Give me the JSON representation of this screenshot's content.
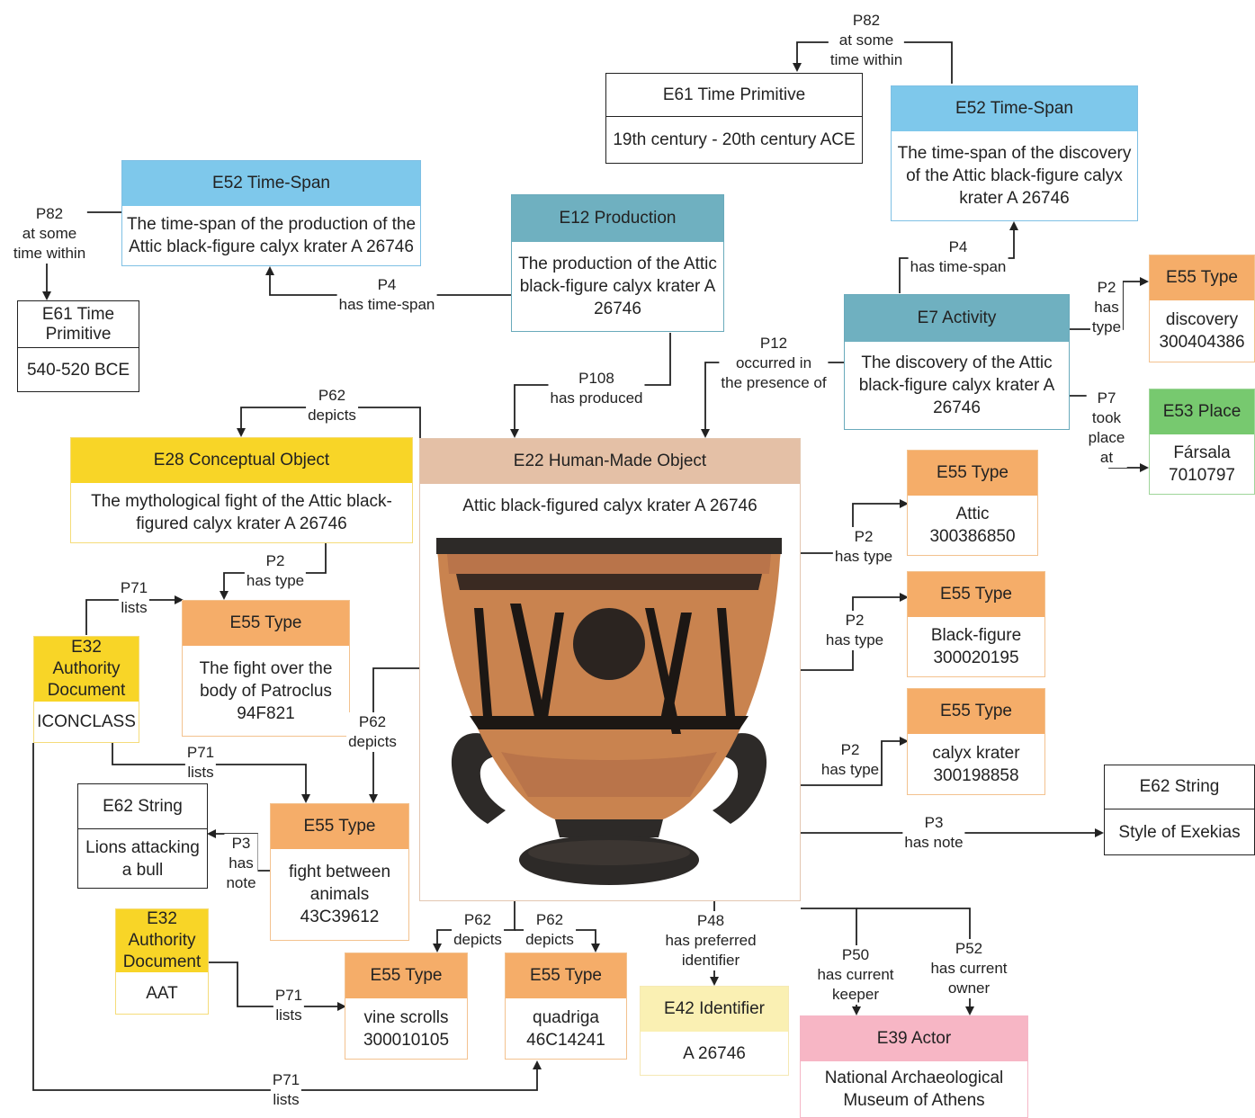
{
  "nodes": {
    "e61_top": {
      "class": "E61 Time Primitive",
      "value": "19th century - 20th century ACE"
    },
    "e52_top": {
      "class": "E52 Time-Span",
      "value": "The time-span of the discovery of the Attic black-figure calyx krater A 26746"
    },
    "e52_left": {
      "class": "E52 Time-Span",
      "value": "The time-span of the production of the Attic black-figure calyx krater A 26746"
    },
    "e12": {
      "class": "E12 Production",
      "value": "The production of the Attic black-figure calyx krater A 26746"
    },
    "e61_left": {
      "class": "E61 Time Primitive",
      "value": "540-520 BCE"
    },
    "e7": {
      "class": "E7 Activity",
      "value": "The discovery of the Attic black-figure calyx krater A 26746"
    },
    "e55_discovery": {
      "class": "E55 Type",
      "value": "discovery 300404386"
    },
    "e53": {
      "class": "E53 Place",
      "value": "Fársala 7010797"
    },
    "e28": {
      "class": "E28 Conceptual Object",
      "value": "The mythological fight of the Attic black-figured calyx krater A 26746"
    },
    "e22": {
      "class": "E22 Human-Made Object",
      "value": "Attic black-figured calyx krater A 26746"
    },
    "e55_attic": {
      "class": "E55 Type",
      "value": "Attic 300386850"
    },
    "e55_black": {
      "class": "E55 Type",
      "value": "Black-figure 300020195"
    },
    "e55_calyx": {
      "class": "E55 Type",
      "value": "calyx krater 300198858"
    },
    "e32_iconclass": {
      "class": "E32 Authority Document",
      "value": "ICONCLASS"
    },
    "e55_patroclus": {
      "class": "E55 Type",
      "value": "The fight over the body of Patroclus 94F821"
    },
    "e62_lions": {
      "class": "E62 String",
      "value": "Lions attacking a bull"
    },
    "e55_animals": {
      "class": "E55 Type",
      "value": "fight between animals 43C39612"
    },
    "e62_exekias": {
      "class": "E62 String",
      "value": "Style of Exekias"
    },
    "e32_aat": {
      "class": "E32 Authority Document",
      "value": "AAT"
    },
    "e55_vine": {
      "class": "E55 Type",
      "value": "vine scrolls 300010105"
    },
    "e55_quadriga": {
      "class": "E55 Type",
      "value": "quadriga 46C14241"
    },
    "e42": {
      "class": "E42 Identifier",
      "value": "A 26746"
    },
    "e39": {
      "class": "E39 Actor",
      "value": "National Archaeological Museum of Athens"
    }
  },
  "edge_labels": {
    "p82_top": "P82\nat some\ntime within",
    "p82_left": "P82\nat some\ntime within",
    "p4_left": "P4\nhas time-span",
    "p4_right": "P4\nhas time-span",
    "p2_discovery": "P2\nhas\ntype",
    "p12": "P12\noccurred in\nthe presence of",
    "p108": "P108\nhas produced",
    "p62_e28": "P62\ndepicts",
    "p7": "P7\ntook\nplace\nat",
    "p2_attic": "P2\nhas type",
    "p2_black": "P2\nhas type",
    "p2_calyx": "P2\nhas type",
    "p2_e28": "P2\nhas type",
    "p71_top": "P71\nlists",
    "p62_animals": "P62\ndepicts",
    "p71_mid": "P71\nlists",
    "p3_lions": "P3\nhas\nnote",
    "p3_exekias": "P3\nhas note",
    "p62_vine": "P62\ndepicts",
    "p62_quadriga": "P62\ndepicts",
    "p48": "P48\nhas preferred\nidentifier",
    "p50": "P50\nhas current\nkeeper",
    "p52": "P52\nhas current\nowner",
    "p71_aat": "P71\nlists",
    "p71_bottom": "P71\nlists"
  }
}
